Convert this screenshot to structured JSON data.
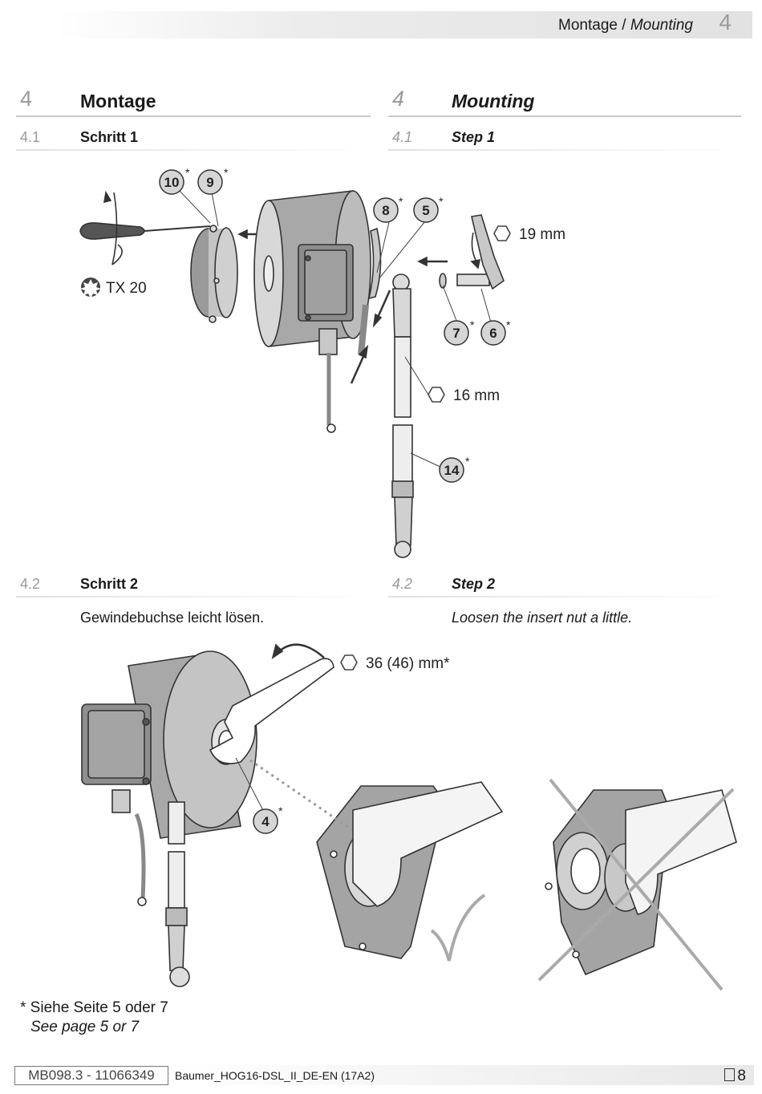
{
  "header": {
    "title_de": "Montage",
    "separator": " / ",
    "title_en": "Mounting",
    "chapter": "4"
  },
  "left": {
    "chapter_num": "4",
    "chapter_title": "Montage",
    "s1_num": "4.1",
    "s1_title": "Schritt 1",
    "s2_num": "4.2",
    "s2_title": "Schritt 2",
    "s2_text": "Gewindebuchse leicht lösen."
  },
  "right": {
    "chapter_num": "4",
    "chapter_title": "Mounting",
    "s1_num": "4.1",
    "s1_title": "Step 1",
    "s2_num": "4.2",
    "s2_title": "Step 2",
    "s2_text": "Loosen the insert nut a little."
  },
  "figure1": {
    "torx_label": "TX 20",
    "wrench_19": "19 mm",
    "wrench_16": "16 mm",
    "callouts": [
      "10",
      "9",
      "8",
      "5",
      "7",
      "6",
      "14"
    ],
    "asterisk": "*"
  },
  "figure2": {
    "wrench_36": "36 (46) mm*",
    "callout_4": "4",
    "asterisk": "*"
  },
  "footnote": {
    "de": "* Siehe Seite 5 oder 7",
    "en": "See page 5 or 7"
  },
  "footer": {
    "doc_id": "MB098.3 - 11066349",
    "doc_name": "Baumer_HOG16-DSL_II_DE-EN (17A2)",
    "page": "8"
  },
  "colors": {
    "rule": "#c8c8c8",
    "number_grey": "#999999",
    "drawing_grey": "#a8a8a8",
    "outline": "#333333"
  }
}
